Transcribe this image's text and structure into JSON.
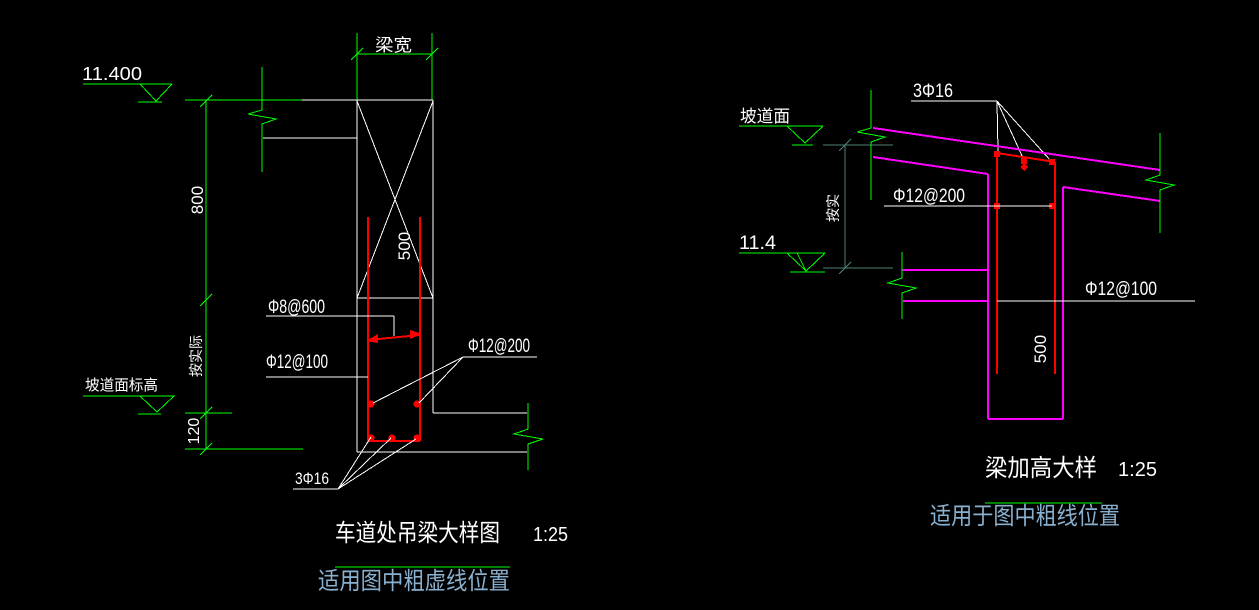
{
  "colors": {
    "background": "#000000",
    "line_green": "#00ff00",
    "line_white": "#ffffff",
    "rebar_red": "#ff0000",
    "new_work_magenta": "#ff00ff",
    "existing_teal": "#4d8078",
    "note_blue": "#8ab0cf"
  },
  "left": {
    "elevation_top": "11.400",
    "beam_width": "梁宽",
    "dim_800": "800",
    "dim_500": "500",
    "dim_as_built": "按实际",
    "dim_120": "120",
    "ramp_label": "坡道面标高",
    "tie": "Φ8@600",
    "stirrup_dense": "Φ12@100",
    "stirrup_mid": "Φ12@200",
    "bottom_bars": "3Φ16",
    "title": "车道处吊梁大样图",
    "scale": "1:25",
    "note": "适用图中粗虚线位置"
  },
  "right": {
    "top_bars": "3Φ16",
    "ramp_label": "坡道面",
    "bar_mid": "Φ12@200",
    "dim_as_built": "按实",
    "elevation": "11.4",
    "bar_low": "Φ12@100",
    "dim_500": "500",
    "title": "梁加高大样",
    "scale": "1:25",
    "note": "适用于图中粗线位置"
  }
}
